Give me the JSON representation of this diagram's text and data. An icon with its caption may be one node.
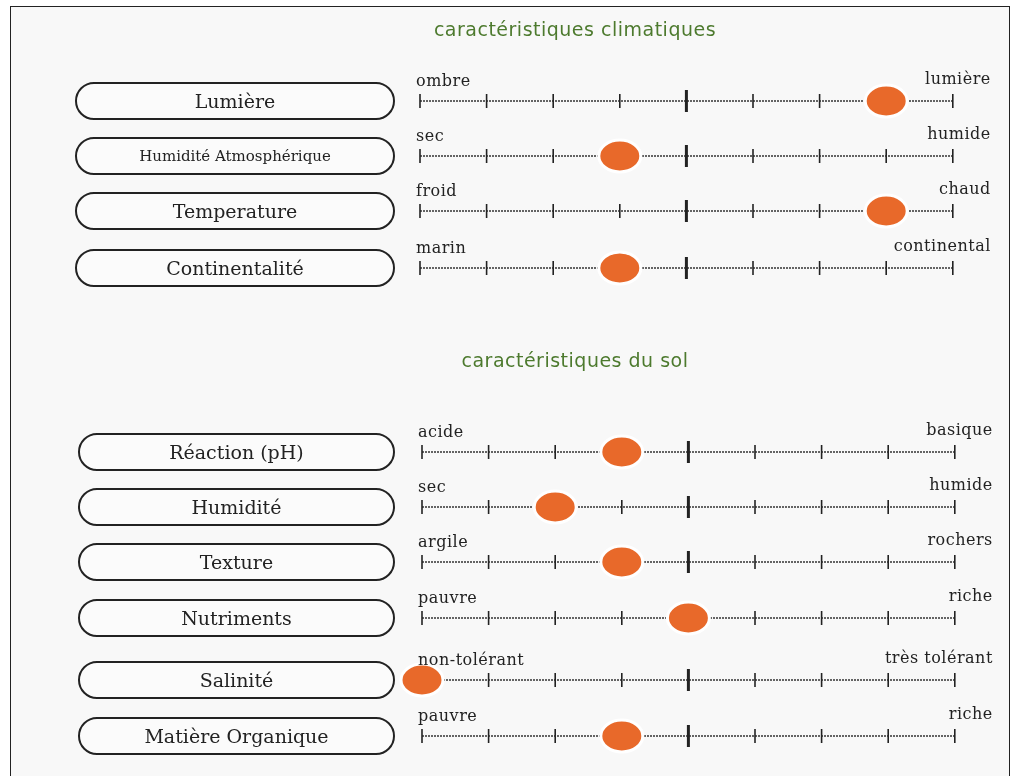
{
  "diagram": {
    "nodes": [
      {
        "text": [
          "Lumière"
        ]
      },
      {
        "text": [
          "Humidité Atmosphérique"
        ]
      },
      {
        "text": [
          "Temperature"
        ]
      },
      {
        "text": [
          "Continentalité"
        ]
      },
      {
        "text": [
          "Réaction (pH)"
        ]
      },
      {
        "text": [
          "Humidité"
        ]
      },
      {
        "text": [
          "Texture"
        ]
      },
      {
        "text": [
          "Nutriments"
        ]
      },
      {
        "text": [
          "Salinité"
        ]
      },
      {
        "text": [
          "Matière Organique"
        ]
      }
    ],
    "labels": [
      "caractéristiques climatiques",
      "ombre",
      "lumière",
      "sec",
      "humide",
      "froid",
      "chaud",
      "marin",
      "continental",
      "caractéristiques du sol",
      "acide",
      "basique",
      "sec",
      "humide",
      "argile",
      "rochers",
      "pauvre",
      "riche",
      "non-tolérant",
      "très tolérant",
      "pauvre",
      "riche"
    ]
  }
}
